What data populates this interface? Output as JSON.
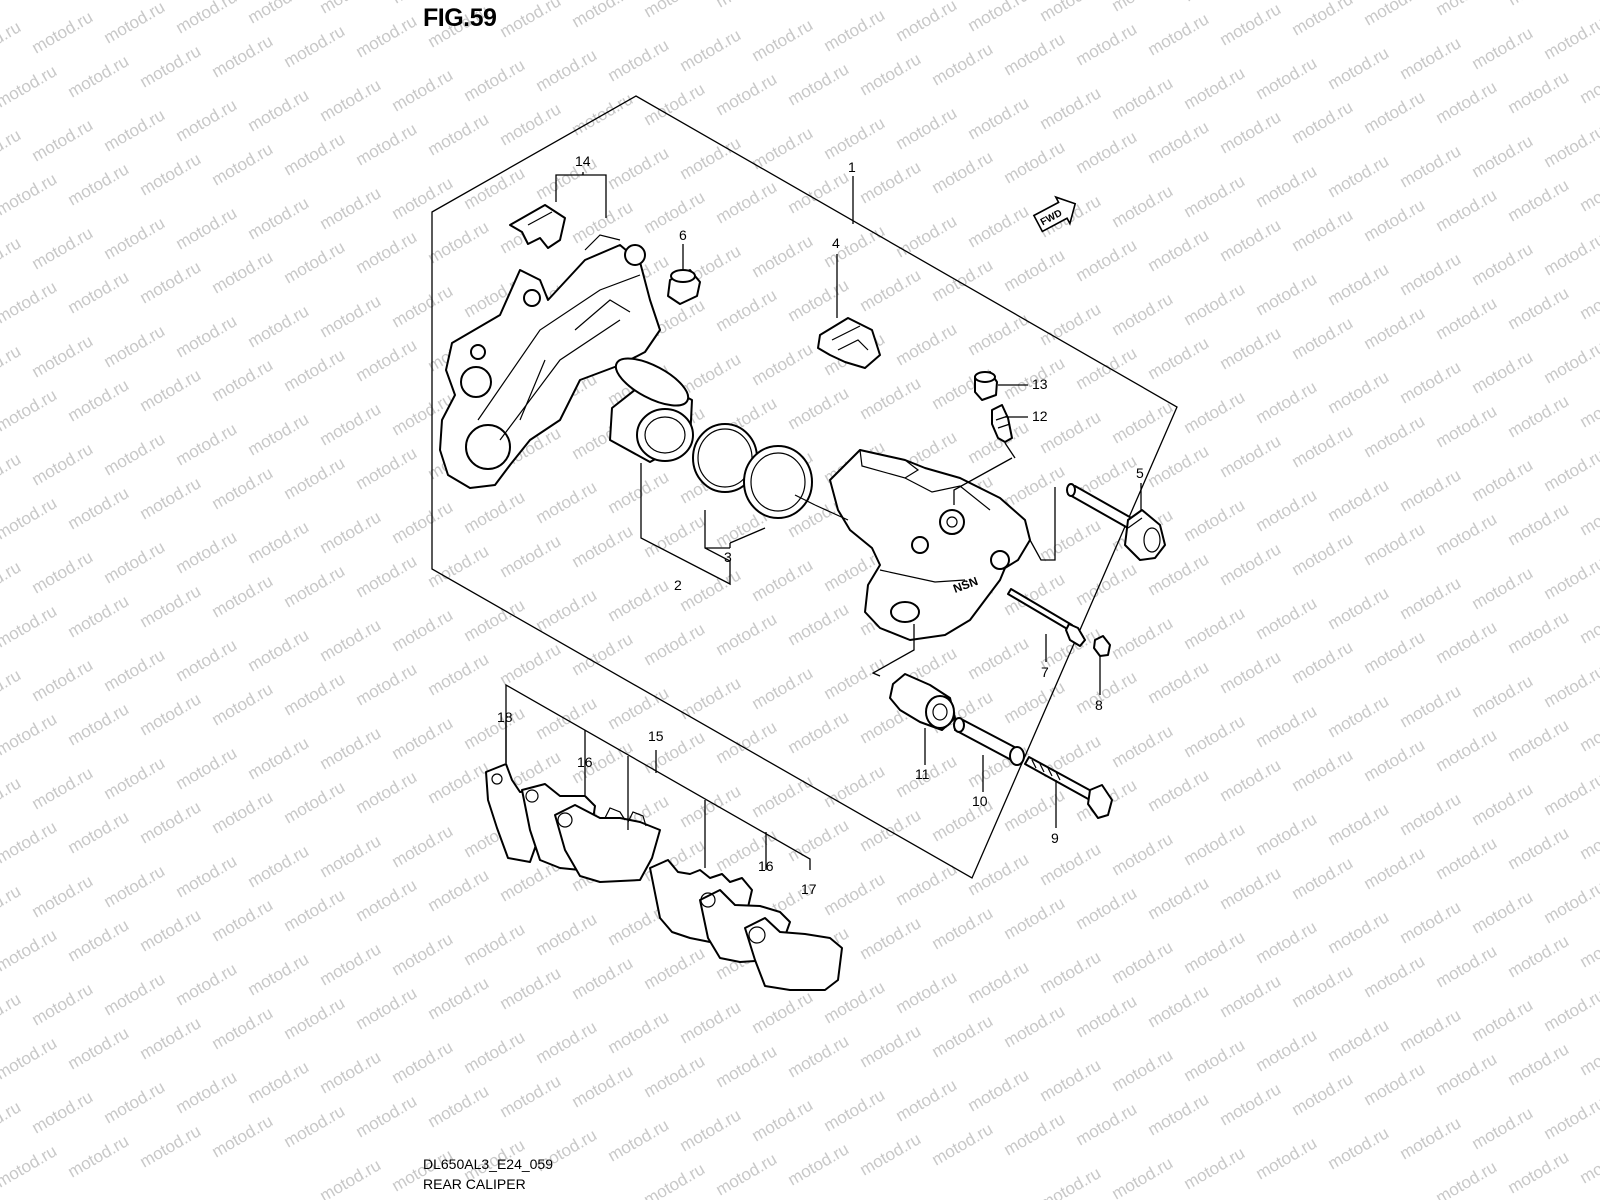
{
  "figure": {
    "title": "FIG.59",
    "code": "DL650AL3_E24_059",
    "name": "REAR CALIPER"
  },
  "watermark": {
    "text": "motod.ru",
    "color": "#c8c8c8"
  },
  "direction_badge": {
    "text": "FWD",
    "icon": "forward-arrow-icon"
  },
  "callouts": [
    "1",
    "2",
    "3",
    "4",
    "5",
    "6",
    "7",
    "8",
    "9",
    "10",
    "11",
    "12",
    "13",
    "14",
    "15",
    "16",
    "16",
    "17",
    "18"
  ]
}
